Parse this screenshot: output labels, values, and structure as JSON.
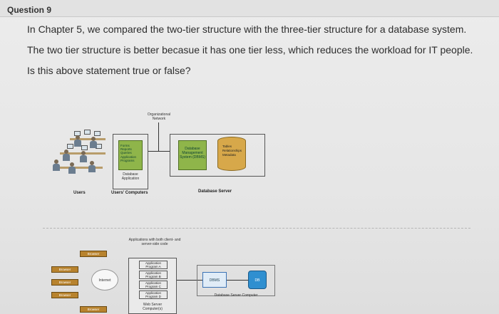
{
  "header": {
    "title": "Question 9"
  },
  "question": {
    "lines": [
      "In Chapter 5, we compared the two-tier structure with the three-tier structure for a database system.",
      "The two tier structure is better becasue it has one tier less, which reduces the workload for IT people.",
      "Is this above statement true or false?"
    ]
  },
  "figure_top": {
    "org_network": "Organizational Network",
    "app_items": [
      "Forms",
      "Reports",
      "Queries",
      "Application Programs"
    ],
    "db_app": "Database Application",
    "dbms_text": "Database Management System (DBMS)",
    "db_items": [
      "Tables",
      "Relationships",
      "Metadata"
    ],
    "users_label": "Users",
    "users_computers_label": "Users' Computers",
    "db_server_label": "Database Server"
  },
  "figure_bottom": {
    "apps_caption": "Applications with both client- and server-side code",
    "browser_label": "Browser",
    "internet_label": "Internet",
    "programs": [
      "Application Program A",
      "Application Program B",
      "Application Program C",
      "Application Program D"
    ],
    "web_server_label": "Web Server Computer(s)",
    "dbms_label": "DBMS",
    "db_label": "DB",
    "db_server_computer_label": "Database Server Computer"
  }
}
